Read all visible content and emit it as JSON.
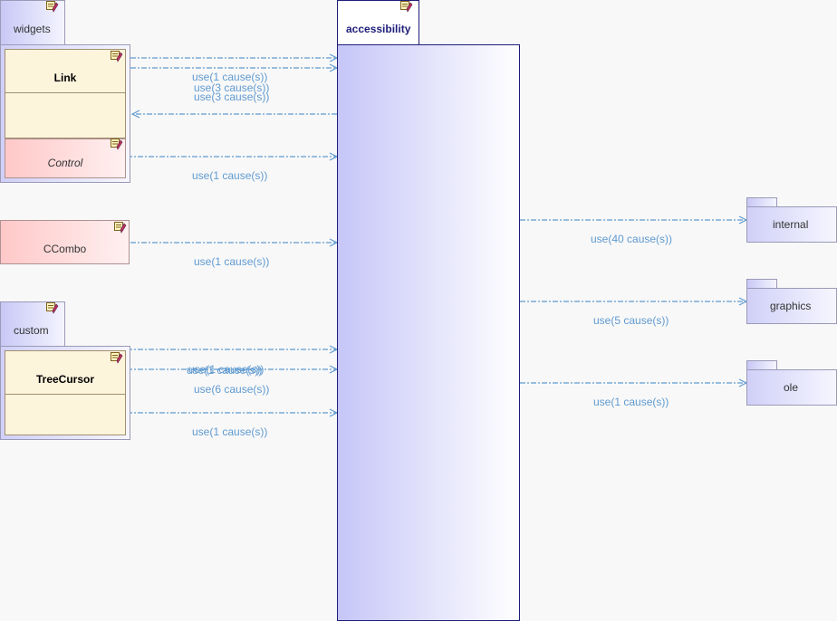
{
  "packages": {
    "widgets": "widgets",
    "accessibility": "accessibility",
    "custom": "custom",
    "internal": "internal",
    "graphics": "graphics",
    "ole": "ole"
  },
  "classes": {
    "link": "Link",
    "control": "Control",
    "ccombo": "CCombo",
    "treecursor": "TreeCursor"
  },
  "edges": [
    {
      "label": "use(1 cause(s))"
    },
    {
      "label": "use(3 cause(s))"
    },
    {
      "label": "use(3 cause(s))"
    },
    {
      "label": "use(1 cause(s))"
    },
    {
      "label": "use(1 cause(s))"
    },
    {
      "label": "use(1 cause(s))"
    },
    {
      "label": "use(1 cause(s))"
    },
    {
      "label": "use(6 cause(s))"
    },
    {
      "label": "use(1 cause(s))"
    },
    {
      "label": "use(40 cause(s))"
    },
    {
      "label": "use(5 cause(s))"
    },
    {
      "label": "use(1 cause(s))"
    }
  ],
  "colors": {
    "edge": "#5f9ad0",
    "accessibility_border": "#1e1e7a"
  }
}
